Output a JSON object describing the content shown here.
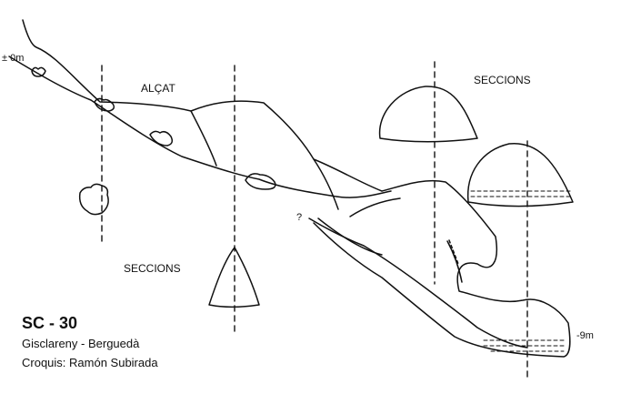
{
  "labels": {
    "top_depth": "± 0m",
    "bottom_depth": "-9m",
    "alcat": "ALÇAT",
    "sections_top": "SECCIONS",
    "sections_left": "SECCIONS",
    "question": "?"
  },
  "info": {
    "code": "SC - 30",
    "location": "Gisclareny - Berguedà",
    "author": "Croquis: Ramón Subirada"
  },
  "colors": {
    "ink": "#111111",
    "background": "#ffffff"
  }
}
